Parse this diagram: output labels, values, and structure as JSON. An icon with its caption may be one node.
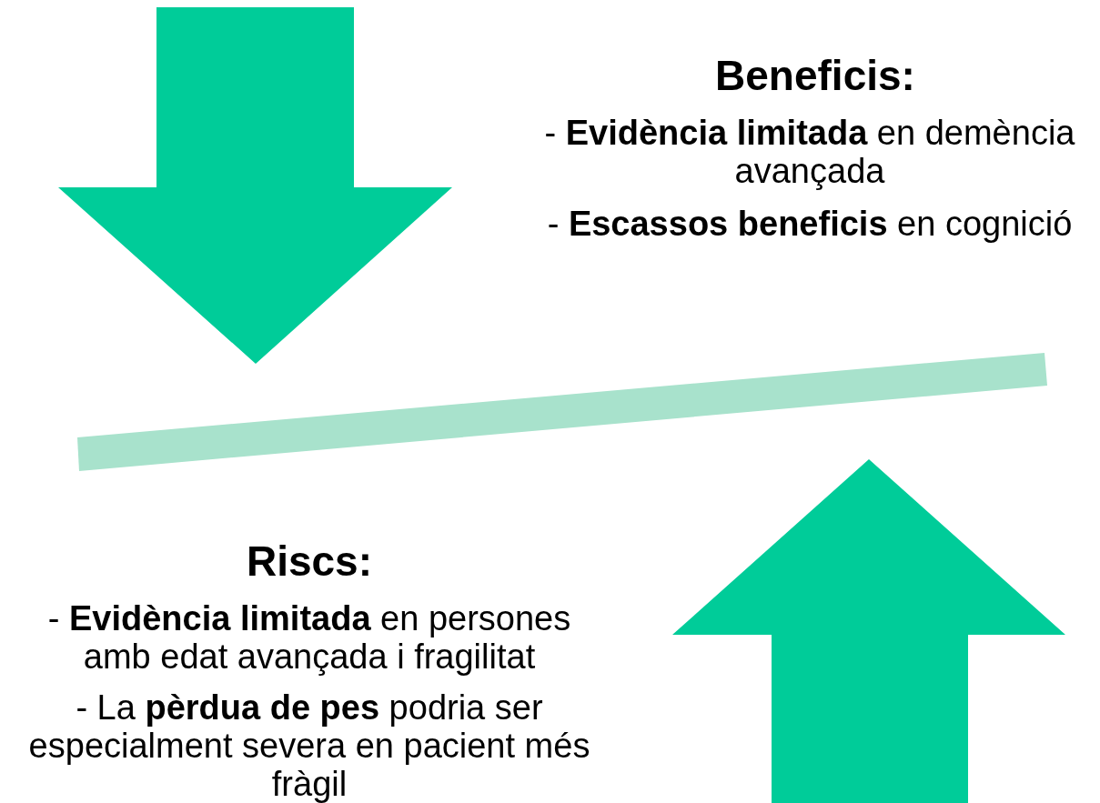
{
  "diagram": {
    "labels": [
      "Beneficis:",
      "- **Evidència limitada** en demència avançada",
      "- **Escassos beneficis** en cognició",
      "Riscs:",
      "- **Evidència limitada** en persones amb edat avançada i fragilitat",
      "- La **pèrdua de pes** podria ser especialment severa en pacient més fràgil"
    ]
  }
}
